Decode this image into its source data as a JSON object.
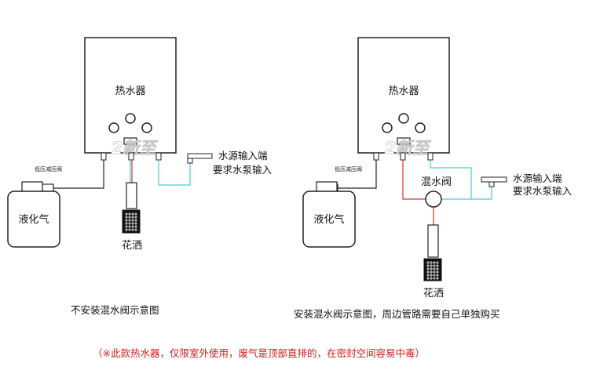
{
  "colors": {
    "outline": "#222222",
    "cold_water": "#3ecfdc",
    "hot_water": "#e0302a",
    "warning_text": "#d21a1a"
  },
  "left_diagram": {
    "heater_title": "热水器",
    "logo_text": "2新至",
    "valve_label": "低压减压阀",
    "tank_label": "液化气",
    "water_inlet_line1": "水源输入端",
    "water_inlet_line2": "要求水泵输入",
    "shower_label": "花洒",
    "caption": "不安装混水阀示意图"
  },
  "right_diagram": {
    "heater_title": "热水器",
    "logo_text": "2新至",
    "valve_label": "低压减压阀",
    "tank_label": "液化气",
    "mixing_valve_label": "混水阀",
    "water_inlet_line1": "水源输入端",
    "water_inlet_line2": "要求水泵输入",
    "shower_label": "花洒",
    "caption": "安装混水阀示意图，周边管路需要自己单独购买"
  },
  "warning": "（※此款热水器，仅限室外使用，废气是顶部直排的，在密封空间容易中毒）"
}
